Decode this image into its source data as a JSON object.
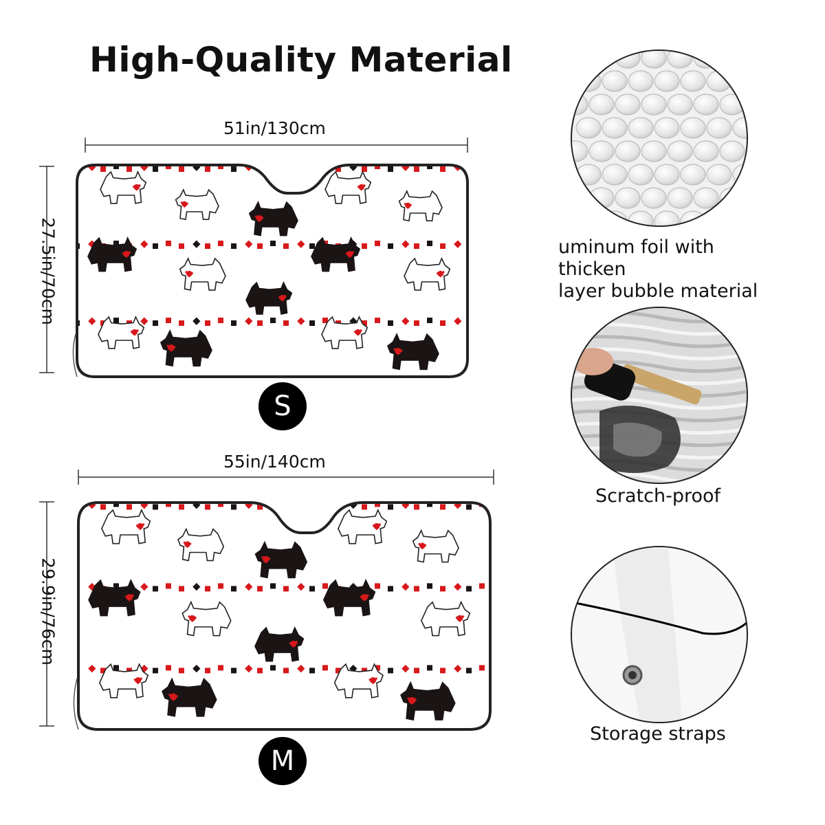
{
  "heading": "High-Quality Material",
  "small": {
    "width_label": "51in/130cm",
    "height_label": "27.5in/70cm",
    "badge": "S"
  },
  "medium": {
    "width_label": "55in/140cm",
    "height_label": "29.9in/76cm",
    "badge": "M"
  },
  "features": [
    {
      "caption_line1": "uminum foil with thicken",
      "caption_line2": "layer bubble material",
      "icon": "bubble-foil-texture"
    },
    {
      "caption": "Scratch-proof",
      "icon": "key-scratch-test"
    },
    {
      "caption": "Storage straps",
      "icon": "storage-strap-grommet"
    }
  ],
  "colors": {
    "accent_red": "#d7191c",
    "dog_black": "#1a1414",
    "border": "#222222"
  }
}
